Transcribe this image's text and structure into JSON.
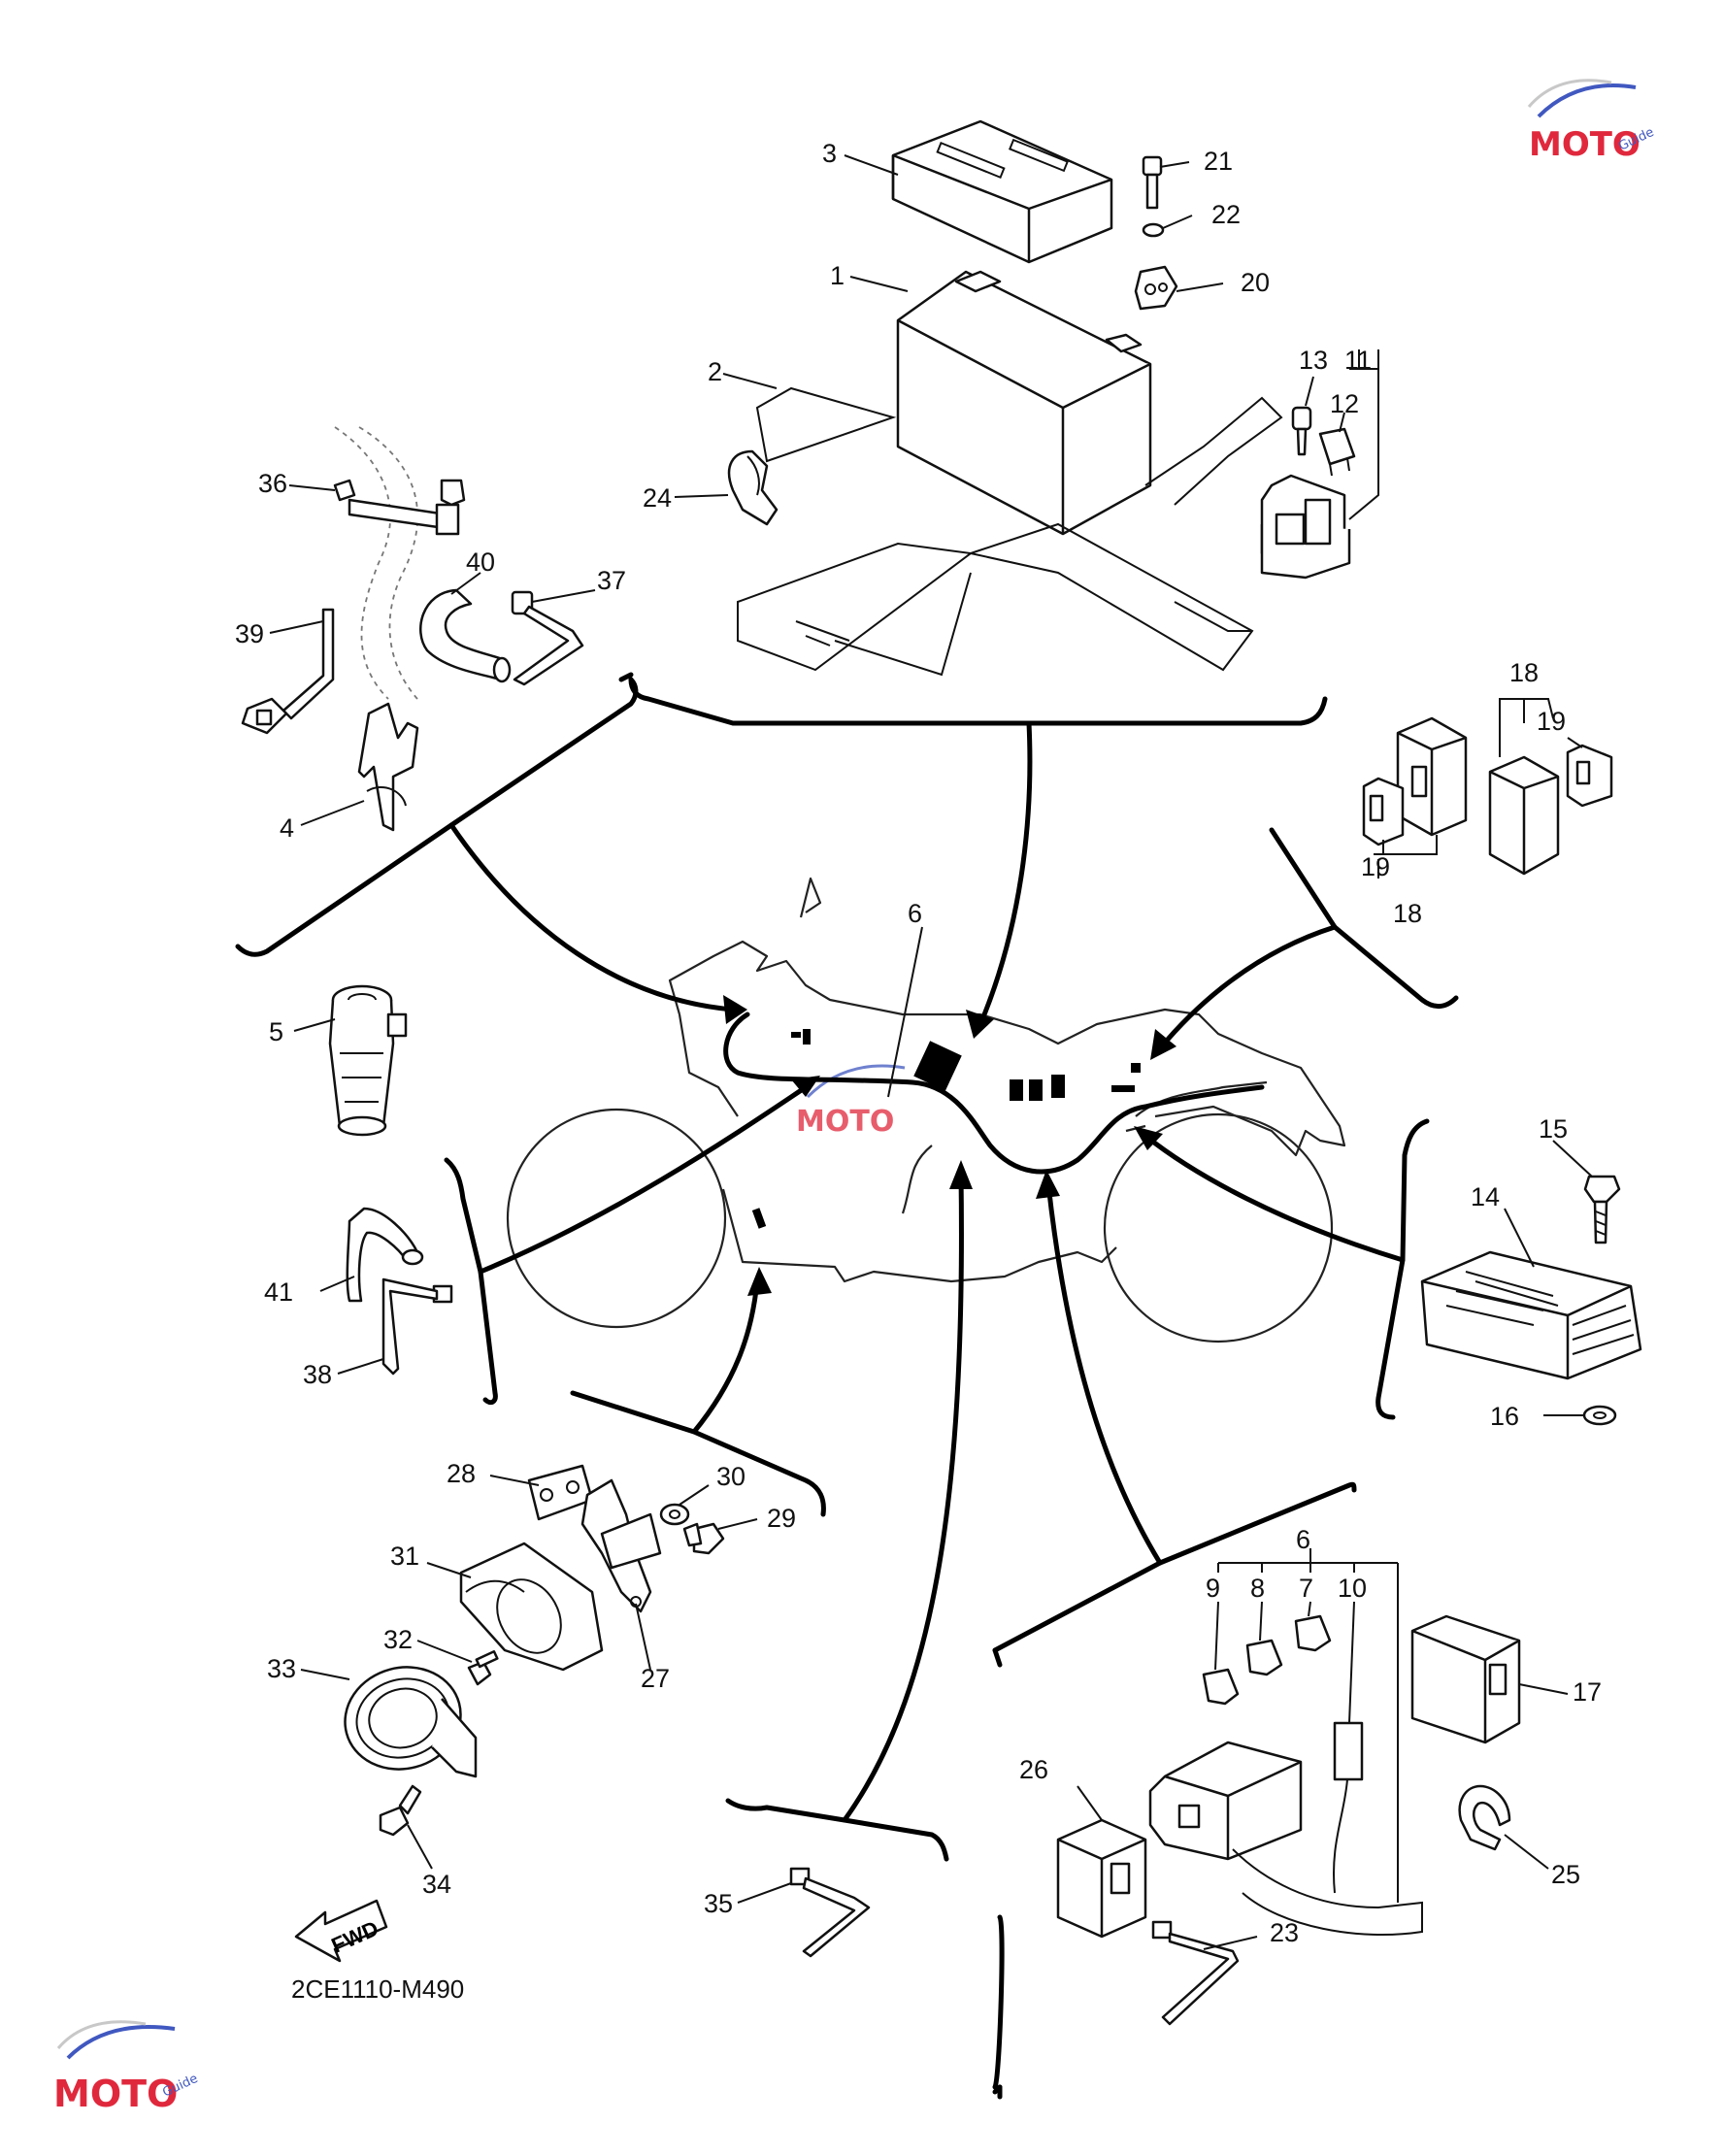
{
  "diagram_code": "2CE1110-M490",
  "watermark": {
    "logo": "MOTO",
    "sub": "Guide",
    "colors": {
      "red": "#e0283c",
      "blue": "#4058c0",
      "gray": "#c8c8c8"
    }
  },
  "fwd_label": "FWD",
  "part_labels": {
    "p1": "1",
    "p2": "2",
    "p3": "3",
    "p4": "4",
    "p5": "5",
    "p6": "6",
    "p6b": "6",
    "p7": "7",
    "p8": "8",
    "p9": "9",
    "p10": "10",
    "p11": "11",
    "p12": "12",
    "p13": "13",
    "p14": "14",
    "p15": "15",
    "p16": "16",
    "p17": "17",
    "p18a": "18",
    "p18b": "18",
    "p19a": "19",
    "p19b": "19",
    "p20": "20",
    "p21": "21",
    "p22": "22",
    "p23": "23",
    "p24": "24",
    "p25": "25",
    "p26": "26",
    "p27": "27",
    "p28": "28",
    "p29": "29",
    "p30": "30",
    "p31": "31",
    "p32": "32",
    "p33": "33",
    "p34": "34",
    "p35": "35",
    "p36": "36",
    "p37": "37",
    "p38": "38",
    "p39": "39",
    "p40": "40",
    "p41": "41"
  }
}
